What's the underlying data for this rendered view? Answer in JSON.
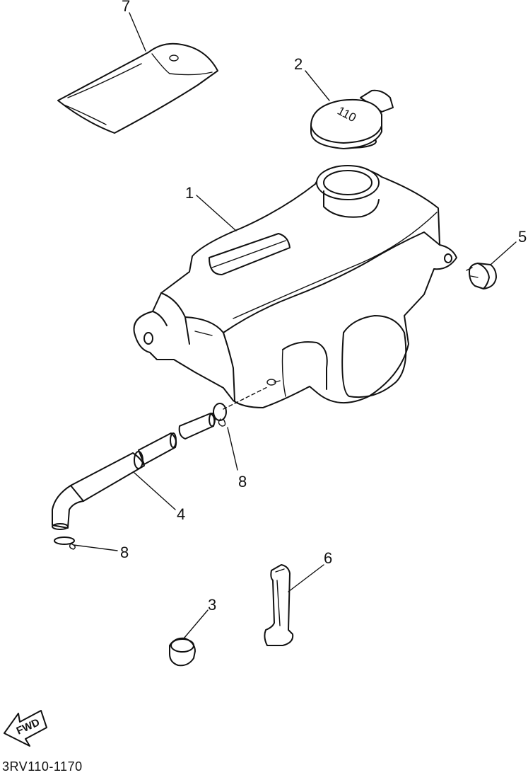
{
  "diagram": {
    "callouts": {
      "tank": "1",
      "cap": "2",
      "grommet": "3",
      "hose": "4",
      "bolt": "5",
      "band": "6",
      "seal": "7",
      "clip_upper": "8",
      "clip_lower": "8"
    },
    "cap_marking": "110",
    "fwd_label": "FWD",
    "drawing_code": "3RV110-1170"
  }
}
